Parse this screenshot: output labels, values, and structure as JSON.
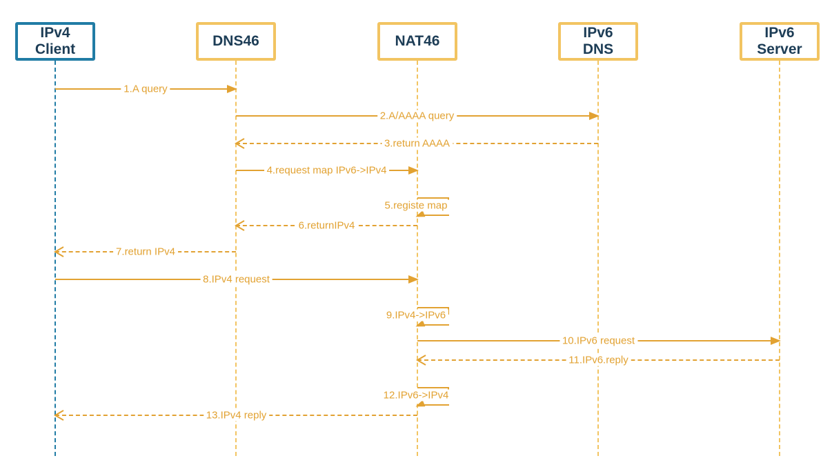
{
  "colors": {
    "gold": "#F2C462",
    "blue": "#217CA5",
    "navy": "#1D3D56",
    "orange": "#E2A232",
    "background": "#FFFFFF"
  },
  "actors": [
    {
      "id": "ipv4-client",
      "label": "IPv4\nClient"
    },
    {
      "id": "dns46",
      "label": "DNS46"
    },
    {
      "id": "nat46",
      "label": "NAT46"
    },
    {
      "id": "ipv6-dns",
      "label": "IPv6\nDNS"
    },
    {
      "id": "ipv6-server",
      "label": "IPv6\nServer"
    }
  ],
  "messages": [
    {
      "n": 1,
      "label": "1.A query",
      "from": "ipv4-client",
      "to": "dns46",
      "line": "solid"
    },
    {
      "n": 2,
      "label": "2.A/AAAA query",
      "from": "dns46",
      "to": "ipv6-dns",
      "line": "solid"
    },
    {
      "n": 3,
      "label": "3.return AAAA",
      "from": "ipv6-dns",
      "to": "dns46",
      "line": "dashed"
    },
    {
      "n": 4,
      "label": "4.request map IPv6->IPv4",
      "from": "dns46",
      "to": "nat46",
      "line": "solid"
    },
    {
      "n": 5,
      "label": "5.registe map",
      "from": "nat46",
      "to": "nat46",
      "line": "self"
    },
    {
      "n": 6,
      "label": "6.returnIPv4",
      "from": "nat46",
      "to": "dns46",
      "line": "dashed"
    },
    {
      "n": 7,
      "label": "7.return IPv4",
      "from": "dns46",
      "to": "ipv4-client",
      "line": "dashed"
    },
    {
      "n": 8,
      "label": "8.IPv4 request",
      "from": "ipv4-client",
      "to": "nat46",
      "line": "solid"
    },
    {
      "n": 9,
      "label": "9.IPv4->IPv6",
      "from": "nat46",
      "to": "nat46",
      "line": "self"
    },
    {
      "n": 10,
      "label": "10.IPv6 request",
      "from": "nat46",
      "to": "ipv6-server",
      "line": "solid"
    },
    {
      "n": 11,
      "label": "11.IPv6.reply",
      "from": "ipv6-server",
      "to": "nat46",
      "line": "dashed"
    },
    {
      "n": 12,
      "label": "12.IPv6->IPv4",
      "from": "nat46",
      "to": "nat46",
      "line": "self"
    },
    {
      "n": 13,
      "label": "13.IPv4 reply",
      "from": "nat46",
      "to": "ipv4-client",
      "line": "dashed"
    }
  ]
}
